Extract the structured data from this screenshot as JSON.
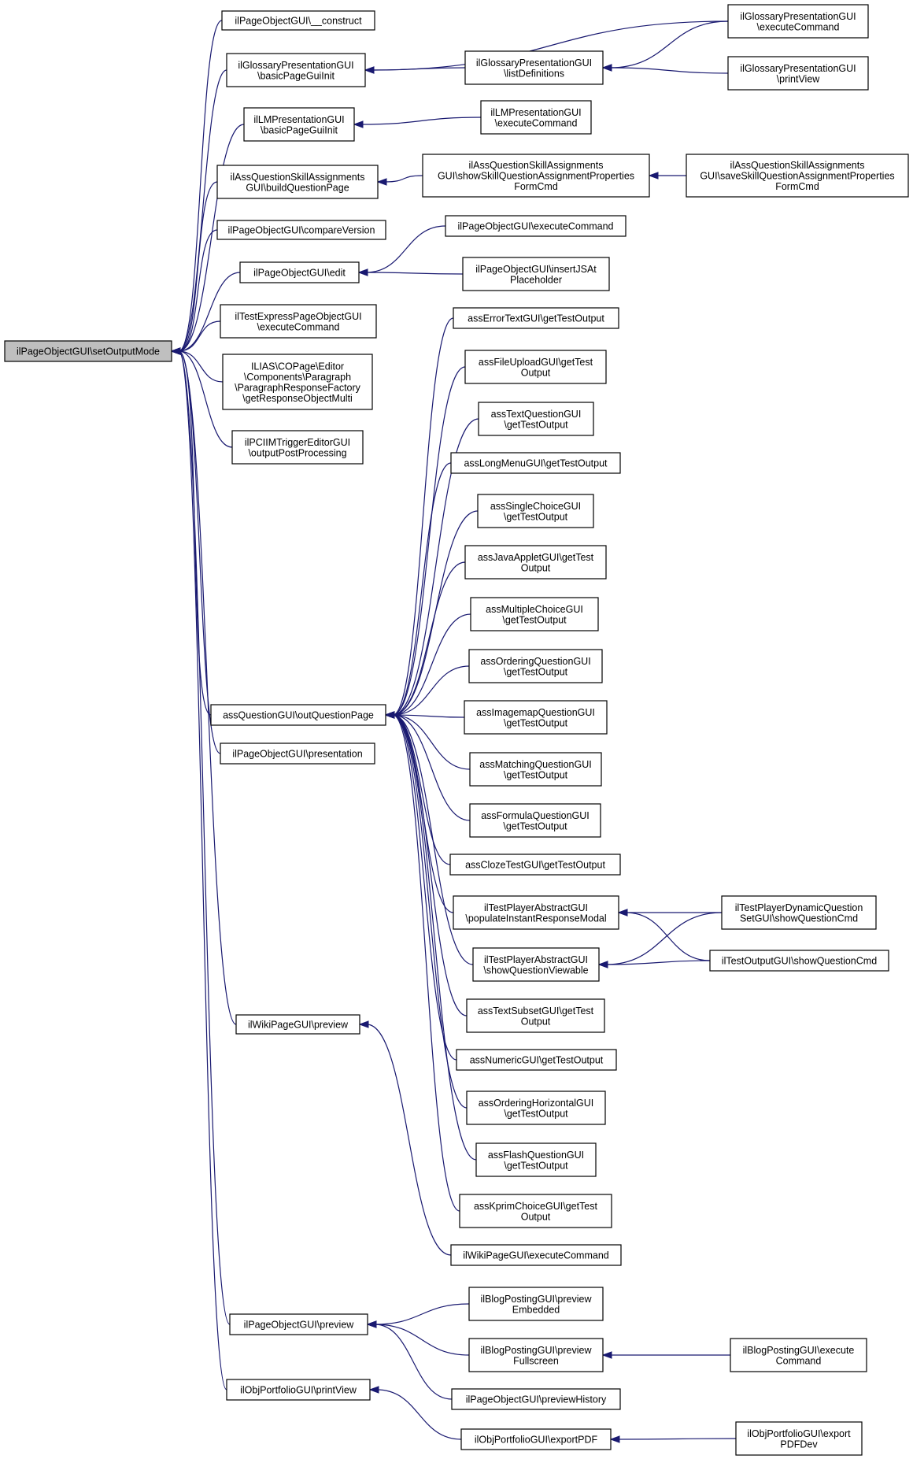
{
  "nodes": [
    {
      "id": "root",
      "lines": [
        "ilPageObjectGUI\\setOutputMode"
      ]
    },
    {
      "id": "construct",
      "lines": [
        "ilPageObjectGUI\\__construct"
      ]
    },
    {
      "id": "glossBasic",
      "lines": [
        "ilGlossaryPresentationGUI",
        "\\basicPageGuiInit"
      ]
    },
    {
      "id": "lmBasic",
      "lines": [
        "ilLMPresentationGUI",
        "\\basicPageGuiInit"
      ]
    },
    {
      "id": "assBuild",
      "lines": [
        "ilAssQuestionSkillAssignments",
        "GUI\\buildQuestionPage"
      ]
    },
    {
      "id": "compare",
      "lines": [
        "ilPageObjectGUI\\compareVersion"
      ]
    },
    {
      "id": "edit",
      "lines": [
        "ilPageObjectGUI\\edit"
      ]
    },
    {
      "id": "testExpress",
      "lines": [
        "ilTestExpressPageObjectGUI",
        "\\executeCommand"
      ]
    },
    {
      "id": "ilias",
      "lines": [
        "ILIAS\\COPage\\Editor",
        "\\Components\\Paragraph",
        "\\ParagraphResponseFactory",
        "\\getResponseObjectMulti"
      ]
    },
    {
      "id": "pcTrigger",
      "lines": [
        "ilPCIIMTriggerEditorGUI",
        "\\outputPostProcessing"
      ]
    },
    {
      "id": "outQ",
      "lines": [
        "assQuestionGUI\\outQuestionPage"
      ]
    },
    {
      "id": "presentation",
      "lines": [
        "ilPageObjectGUI\\presentation"
      ]
    },
    {
      "id": "wikiPreview",
      "lines": [
        "ilWikiPageGUI\\preview"
      ]
    },
    {
      "id": "pageObjPreview",
      "lines": [
        "ilPageObjectGUI\\preview"
      ]
    },
    {
      "id": "portfolioPrint",
      "lines": [
        "ilObjPortfolioGUI\\printView"
      ]
    },
    {
      "id": "glossList",
      "lines": [
        "ilGlossaryPresentationGUI",
        "\\listDefinitions"
      ]
    },
    {
      "id": "glossExec",
      "lines": [
        "ilGlossaryPresentationGUI",
        "\\executeCommand"
      ]
    },
    {
      "id": "glossPrint",
      "lines": [
        "ilGlossaryPresentationGUI",
        "\\printView"
      ]
    },
    {
      "id": "lmExec",
      "lines": [
        "ilLMPresentationGUI",
        "\\executeCommand"
      ]
    },
    {
      "id": "assShow",
      "lines": [
        "ilAssQuestionSkillAssignments",
        "GUI\\showSkillQuestionAssignmentProperties",
        "FormCmd"
      ]
    },
    {
      "id": "assSave",
      "lines": [
        "ilAssQuestionSkillAssignments",
        "GUI\\saveSkillQuestionAssignmentProperties",
        "FormCmd"
      ]
    },
    {
      "id": "pageExec",
      "lines": [
        "ilPageObjectGUI\\executeCommand"
      ]
    },
    {
      "id": "insertJS",
      "lines": [
        "ilPageObjectGUI\\insertJSAt",
        "Placeholder"
      ]
    },
    {
      "id": "errorText",
      "lines": [
        "assErrorTextGUI\\getTestOutput"
      ]
    },
    {
      "id": "fileUpload",
      "lines": [
        "assFileUploadGUI\\getTest",
        "Output"
      ]
    },
    {
      "id": "textQ",
      "lines": [
        "assTextQuestionGUI",
        "\\getTestOutput"
      ]
    },
    {
      "id": "longMenu",
      "lines": [
        "assLongMenuGUI\\getTestOutput"
      ]
    },
    {
      "id": "singleChoice",
      "lines": [
        "assSingleChoiceGUI",
        "\\getTestOutput"
      ]
    },
    {
      "id": "javaApplet",
      "lines": [
        "assJavaAppletGUI\\getTest",
        "Output"
      ]
    },
    {
      "id": "multiChoice",
      "lines": [
        "assMultipleChoiceGUI",
        "\\getTestOutput"
      ]
    },
    {
      "id": "orderingQ",
      "lines": [
        "assOrderingQuestionGUI",
        "\\getTestOutput"
      ]
    },
    {
      "id": "imagemap",
      "lines": [
        "assImagemapQuestionGUI",
        "\\getTestOutput"
      ]
    },
    {
      "id": "matching",
      "lines": [
        "assMatchingQuestionGUI",
        "\\getTestOutput"
      ]
    },
    {
      "id": "formula",
      "lines": [
        "assFormulaQuestionGUI",
        "\\getTestOutput"
      ]
    },
    {
      "id": "cloze",
      "lines": [
        "assClozeTestGUI\\getTestOutput"
      ]
    },
    {
      "id": "populate",
      "lines": [
        "ilTestPlayerAbstractGUI",
        "\\populateInstantResponseModal"
      ]
    },
    {
      "id": "showViewable",
      "lines": [
        "ilTestPlayerAbstractGUI",
        "\\showQuestionViewable"
      ]
    },
    {
      "id": "textSubset",
      "lines": [
        "assTextSubsetGUI\\getTest",
        "Output"
      ]
    },
    {
      "id": "numeric",
      "lines": [
        "assNumericGUI\\getTestOutput"
      ]
    },
    {
      "id": "orderingH",
      "lines": [
        "assOrderingHorizontalGUI",
        "\\getTestOutput"
      ]
    },
    {
      "id": "flash",
      "lines": [
        "assFlashQuestionGUI",
        "\\getTestOutput"
      ]
    },
    {
      "id": "kprim",
      "lines": [
        "assKprimChoiceGUI\\getTest",
        "Output"
      ]
    },
    {
      "id": "wikiExec",
      "lines": [
        "ilWikiPageGUI\\executeCommand"
      ]
    },
    {
      "id": "blogEmbedded",
      "lines": [
        "ilBlogPostingGUI\\preview",
        "Embedded"
      ]
    },
    {
      "id": "blogFull",
      "lines": [
        "ilBlogPostingGUI\\preview",
        "Fullscreen"
      ]
    },
    {
      "id": "previewHistory",
      "lines": [
        "ilPageObjectGUI\\previewHistory"
      ]
    },
    {
      "id": "exportPDF",
      "lines": [
        "ilObjPortfolioGUI\\exportPDF"
      ]
    },
    {
      "id": "testPlayerDyn",
      "lines": [
        "ilTestPlayerDynamicQuestion",
        "SetGUI\\showQuestionCmd"
      ]
    },
    {
      "id": "testOutput",
      "lines": [
        "ilTestOutputGUI\\showQuestionCmd"
      ]
    },
    {
      "id": "blogExec",
      "lines": [
        "ilBlogPostingGUI\\execute",
        "Command"
      ]
    },
    {
      "id": "exportPDFDev",
      "lines": [
        "ilObjPortfolioGUI\\export",
        "PDFDev"
      ]
    }
  ],
  "edges": [
    {
      "from": "construct",
      "to": "root"
    },
    {
      "from": "glossBasic",
      "to": "root"
    },
    {
      "from": "lmBasic",
      "to": "root"
    },
    {
      "from": "assBuild",
      "to": "root"
    },
    {
      "from": "compare",
      "to": "root"
    },
    {
      "from": "edit",
      "to": "root"
    },
    {
      "from": "testExpress",
      "to": "root"
    },
    {
      "from": "ilias",
      "to": "root"
    },
    {
      "from": "pcTrigger",
      "to": "root"
    },
    {
      "from": "outQ",
      "to": "root"
    },
    {
      "from": "presentation",
      "to": "root"
    },
    {
      "from": "wikiPreview",
      "to": "root"
    },
    {
      "from": "pageObjPreview",
      "to": "root"
    },
    {
      "from": "portfolioPrint",
      "to": "root"
    },
    {
      "from": "glossList",
      "to": "glossBasic"
    },
    {
      "from": "glossExec",
      "to": "glossBasic"
    },
    {
      "from": "glossExec",
      "to": "glossList"
    },
    {
      "from": "glossPrint",
      "to": "glossList"
    },
    {
      "from": "lmExec",
      "to": "lmBasic"
    },
    {
      "from": "assShow",
      "to": "assBuild"
    },
    {
      "from": "assSave",
      "to": "assShow"
    },
    {
      "from": "pageExec",
      "to": "edit"
    },
    {
      "from": "insertJS",
      "to": "edit"
    },
    {
      "from": "errorText",
      "to": "outQ"
    },
    {
      "from": "fileUpload",
      "to": "outQ"
    },
    {
      "from": "textQ",
      "to": "outQ"
    },
    {
      "from": "longMenu",
      "to": "outQ"
    },
    {
      "from": "singleChoice",
      "to": "outQ"
    },
    {
      "from": "javaApplet",
      "to": "outQ"
    },
    {
      "from": "multiChoice",
      "to": "outQ"
    },
    {
      "from": "orderingQ",
      "to": "outQ"
    },
    {
      "from": "imagemap",
      "to": "outQ"
    },
    {
      "from": "matching",
      "to": "outQ"
    },
    {
      "from": "formula",
      "to": "outQ"
    },
    {
      "from": "cloze",
      "to": "outQ"
    },
    {
      "from": "populate",
      "to": "outQ"
    },
    {
      "from": "showViewable",
      "to": "outQ"
    },
    {
      "from": "textSubset",
      "to": "outQ"
    },
    {
      "from": "numeric",
      "to": "outQ"
    },
    {
      "from": "orderingH",
      "to": "outQ"
    },
    {
      "from": "flash",
      "to": "outQ"
    },
    {
      "from": "kprim",
      "to": "outQ"
    },
    {
      "from": "wikiExec",
      "to": "wikiPreview"
    },
    {
      "from": "blogEmbedded",
      "to": "pageObjPreview"
    },
    {
      "from": "blogFull",
      "to": "pageObjPreview"
    },
    {
      "from": "previewHistory",
      "to": "pageObjPreview"
    },
    {
      "from": "exportPDF",
      "to": "portfolioPrint"
    },
    {
      "from": "testPlayerDyn",
      "to": "populate"
    },
    {
      "from": "testPlayerDyn",
      "to": "showViewable"
    },
    {
      "from": "testOutput",
      "to": "populate"
    },
    {
      "from": "testOutput",
      "to": "showViewable"
    },
    {
      "from": "blogExec",
      "to": "blogFull"
    },
    {
      "from": "exportPDFDev",
      "to": "exportPDF"
    }
  ]
}
